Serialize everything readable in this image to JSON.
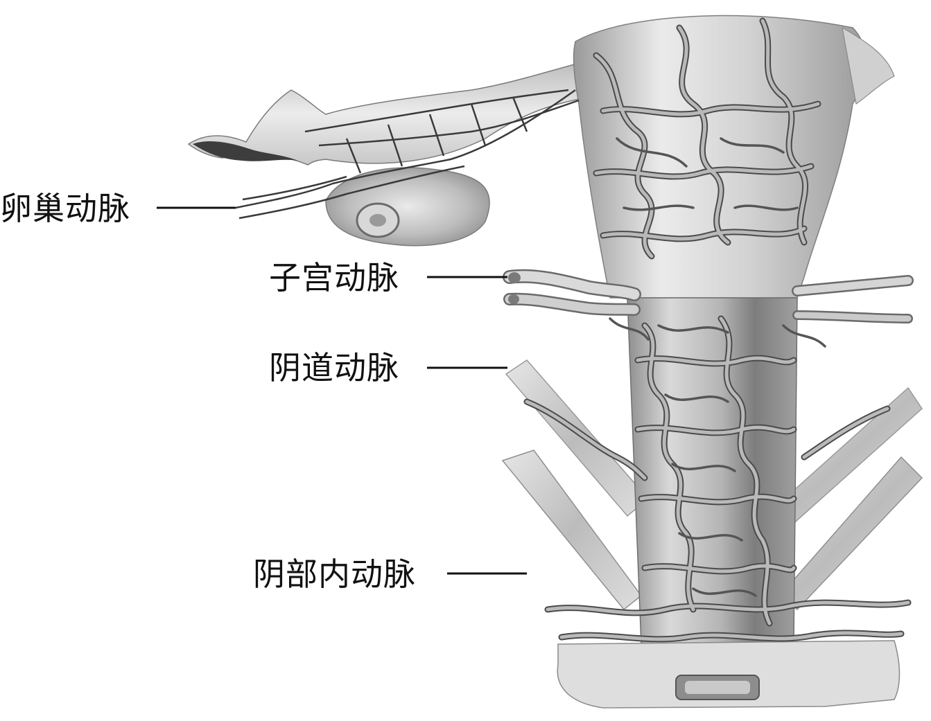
{
  "labels": {
    "ovarian_artery": "卵巢动脉",
    "uterine_artery": "子宫动脉",
    "vaginal_artery": "阴道动脉",
    "internal_pudendal_artery": "阴部内动脉"
  },
  "colors": {
    "background": "#ffffff",
    "text": "#111111",
    "tissue_light": "#e6e6e6",
    "tissue_mid": "#c4c4c4",
    "tissue_dark": "#8a8a8a",
    "vessel": "#a8a8a8",
    "vessel_outline": "#4a4a4a"
  }
}
